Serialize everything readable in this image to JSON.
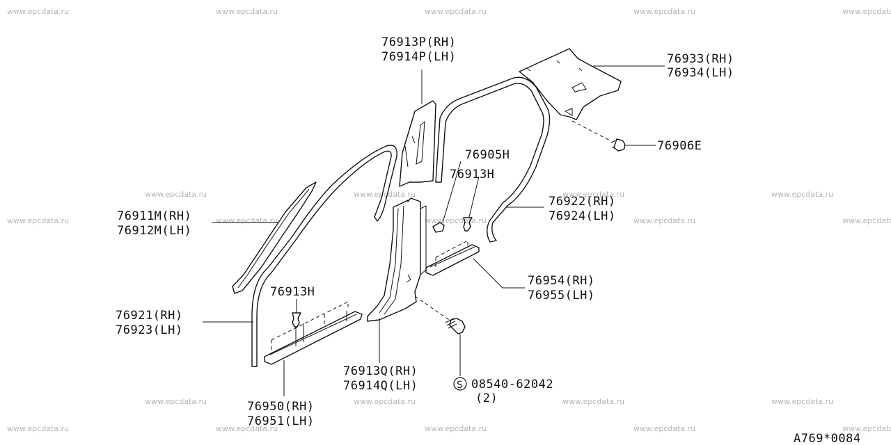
{
  "watermark": "www.epcdata.ru",
  "diagram_code": "A769*0084",
  "callouts": {
    "c1": [
      "76913P(RH)",
      "76914P(LH)"
    ],
    "c2": [
      "76933(RH)",
      "76934(LH)"
    ],
    "c3": [
      "76906E"
    ],
    "c4": [
      "76905H"
    ],
    "c5": [
      "76913H"
    ],
    "c6": [
      "76922(RH)",
      "76924(LH)"
    ],
    "c7": [
      "76911M(RH)",
      "76912M(LH)"
    ],
    "c8": [
      "76954(RH)",
      "76955(LH)"
    ],
    "c9": [
      "76913H"
    ],
    "c10": [
      "76921(RH)",
      "76923(LH)"
    ],
    "c11": [
      "76913Q(RH)",
      "76914Q(LH)"
    ],
    "c12": [
      "08540-62042",
      "(2)"
    ],
    "c13": [
      "76950(RH)",
      "76951(LH)"
    ]
  },
  "screw_symbol": "S"
}
